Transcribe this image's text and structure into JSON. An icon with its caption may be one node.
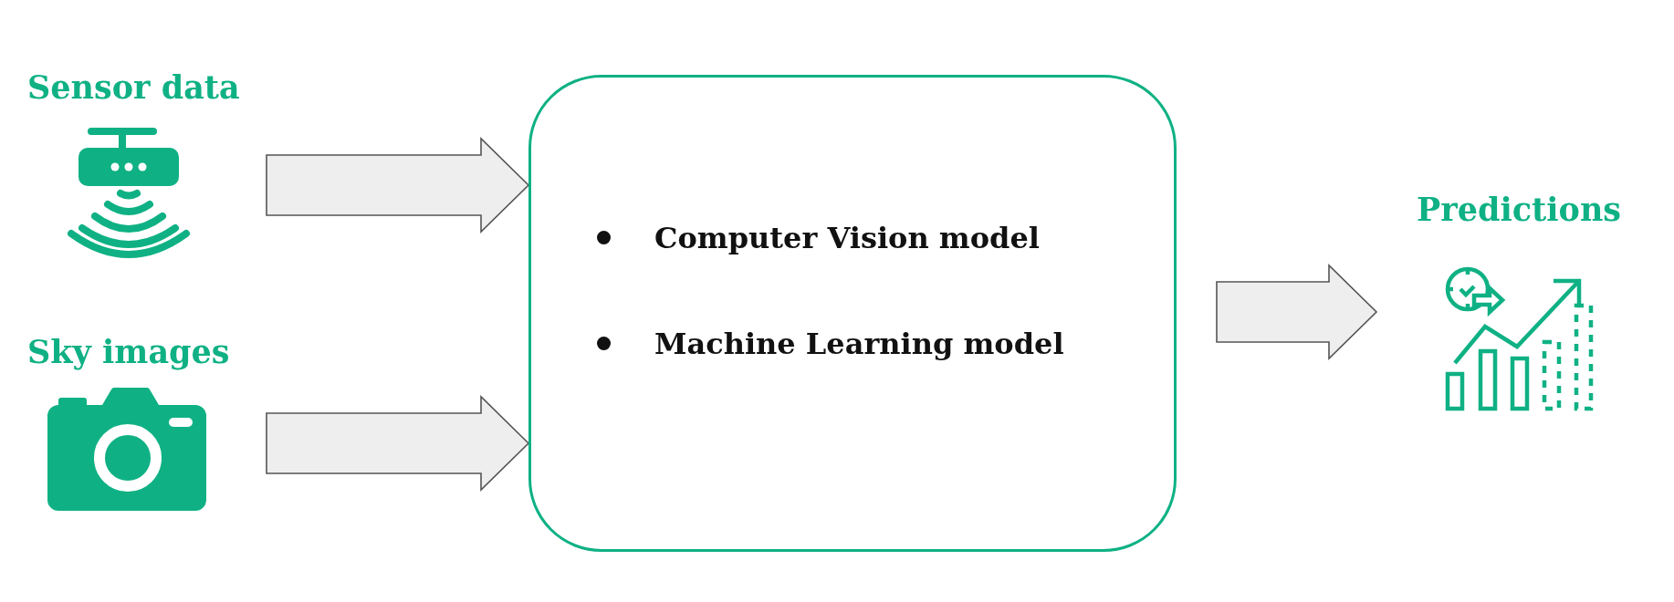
{
  "diagram": {
    "nodes": [
      {
        "text": [
          "Sensor data"
        ]
      },
      {
        "text": [
          "Sky images"
        ]
      },
      {
        "text": [
          "Computer Vision model",
          "Machine Learning model"
        ]
      },
      {
        "text": [
          "Predictions"
        ]
      }
    ],
    "edges": [
      {
        "from": 0,
        "to": 2,
        "arrow": "to"
      },
      {
        "from": 1,
        "to": 2,
        "arrow": "to"
      },
      {
        "from": 2,
        "to": 3,
        "arrow": "to"
      }
    ]
  }
}
